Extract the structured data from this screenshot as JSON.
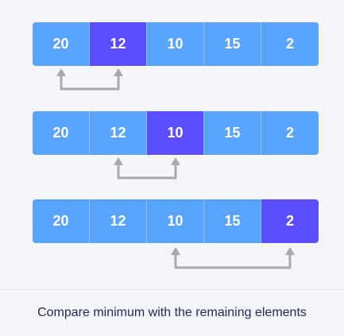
{
  "colors": {
    "cell": "#5aa3ff",
    "highlight": "#5c4dff",
    "arrow": "#a9a9ad",
    "caption": "#25265e"
  },
  "rows": [
    {
      "values": [
        "20",
        "12",
        "10",
        "15",
        "2"
      ],
      "highlight_index": 1,
      "arrow_from": 0,
      "arrow_to": 1
    },
    {
      "values": [
        "20",
        "12",
        "10",
        "15",
        "2"
      ],
      "highlight_index": 2,
      "arrow_from": 1,
      "arrow_to": 2
    },
    {
      "values": [
        "20",
        "12",
        "10",
        "15",
        "2"
      ],
      "highlight_index": 4,
      "arrow_from": 2,
      "arrow_to": 4
    }
  ],
  "caption": "Compare minimum with the remaining elements"
}
